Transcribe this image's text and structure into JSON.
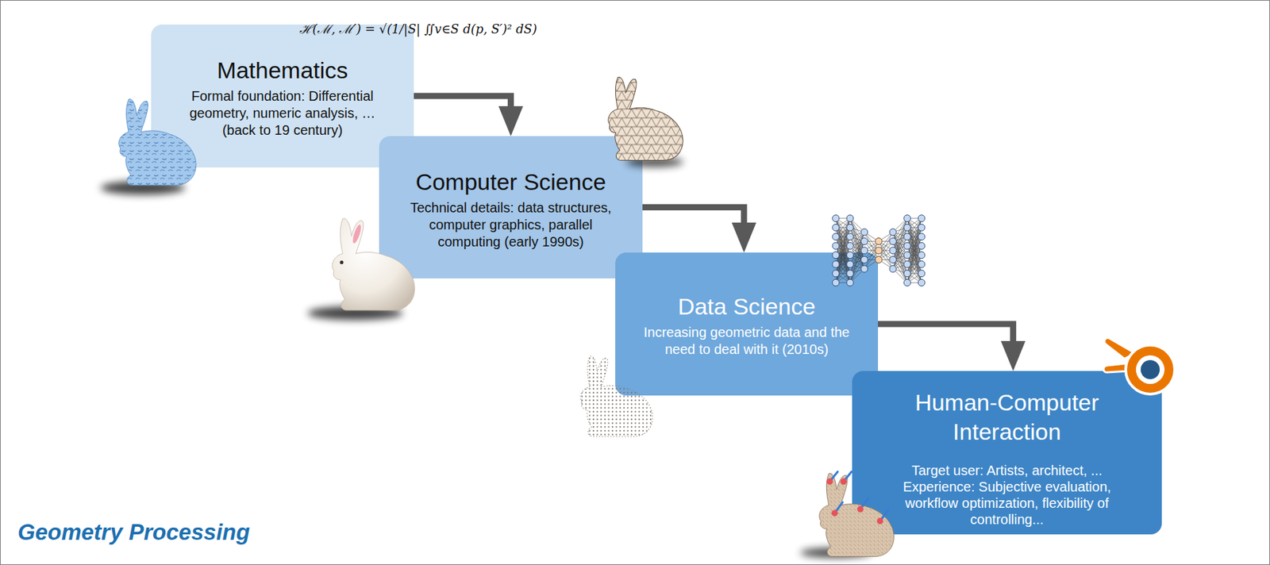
{
  "diagram": {
    "title": "Geometry Processing",
    "nodes": [
      {
        "text": [
          "Mathematics",
          "Formal foundation: Differential geometry, numeric analysis, … (back to 19 century)"
        ]
      },
      {
        "text": [
          "Computer Science",
          "Technical details: data structures, computer graphics, parallel computing (early 1990s)"
        ]
      },
      {
        "text": [
          "Data Science",
          "Increasing geometric data and the need to deal with it (2010s)"
        ]
      },
      {
        "text": [
          "Human-Computer Interaction",
          "Target user: Artists, architect, ...",
          "Experience: Subjective evaluation, workflow optimization, flexibility of controlling..."
        ]
      }
    ],
    "edges": [
      {
        "from": 0,
        "to": 1,
        "arrow": "to"
      },
      {
        "from": 1,
        "to": 2,
        "arrow": "to"
      },
      {
        "from": 2,
        "to": 3,
        "arrow": "to"
      }
    ],
    "labels": [
      "ℋ(ℳ, ℳ′) = √(1/|S| ∬v∈S d(p, S′)² dS)"
    ]
  }
}
